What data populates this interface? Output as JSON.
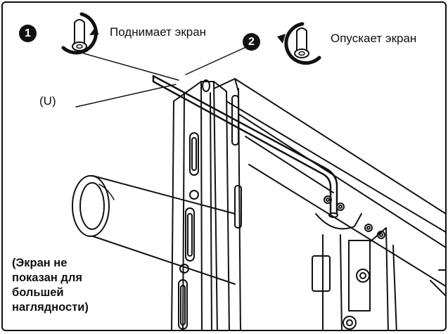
{
  "steps": {
    "raise": {
      "number": "1",
      "label": "Поднимает экран",
      "icon": "rotate-clockwise-icon"
    },
    "lower": {
      "number": "2",
      "label": "Опускает экран",
      "icon": "rotate-counterclockwise-icon"
    }
  },
  "callouts": {
    "u_label": "(U)"
  },
  "note": {
    "lines": [
      "(Экран не",
      "показан для",
      "большей",
      "наглядности)"
    ]
  },
  "colors": {
    "ink": "#111111",
    "background": "#ffffff"
  }
}
